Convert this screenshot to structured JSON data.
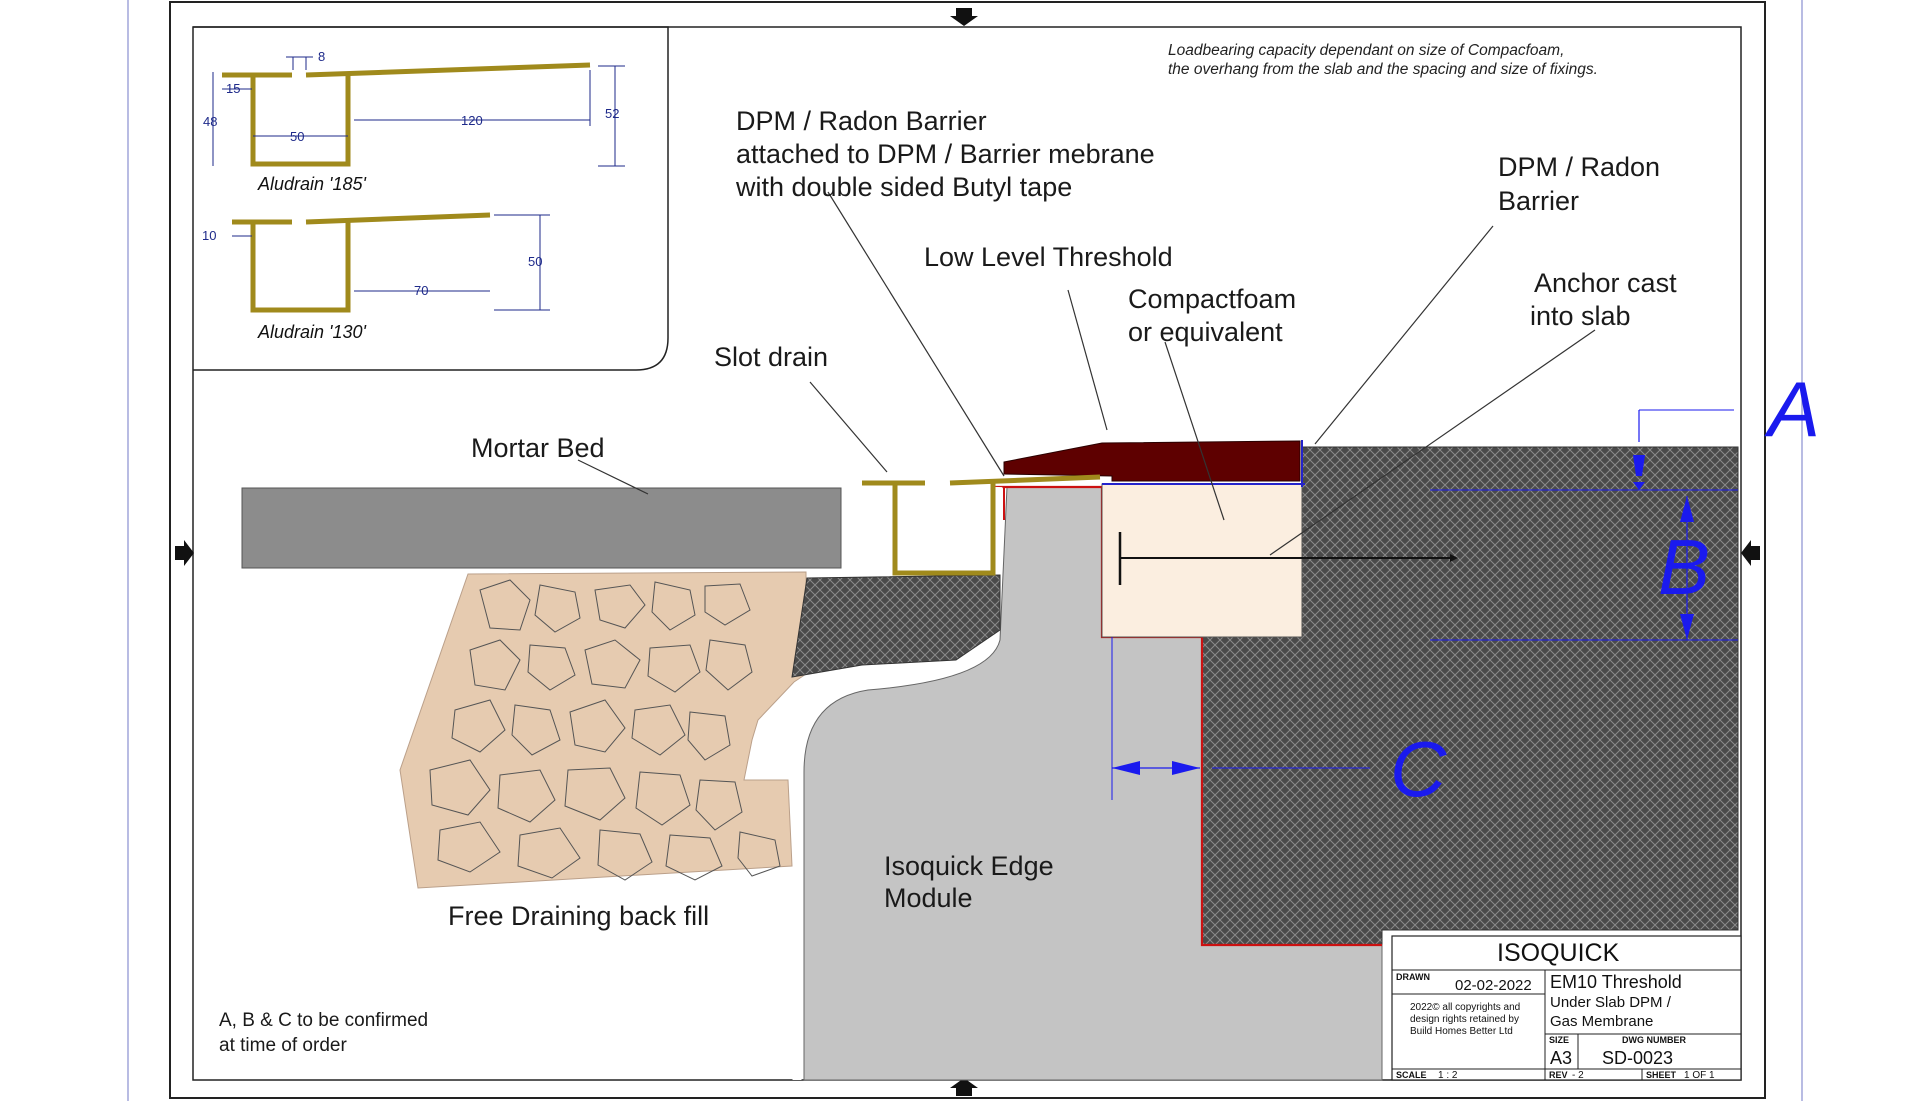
{
  "note": {
    "line1": "Loadbearing capacity dependant on size of Compacfoam,",
    "line2": "the overhang from the slab and the spacing and size of fixings."
  },
  "profiles": {
    "aludrain_185": {
      "caption": "Aludrain '185'",
      "dims": {
        "gap": "8",
        "lip": "15",
        "height": "48",
        "width": "50",
        "run": "120",
        "end_height": "52"
      }
    },
    "aludrain_130": {
      "caption": "Aludrain '130'",
      "dims": {
        "lip": "10",
        "run": "70",
        "height": "50"
      }
    }
  },
  "labels": {
    "dpm_attached": {
      "line1": "DPM / Radon Barrier",
      "line2": "attached to DPM / Barrier mebrane",
      "line3": "with double sided Butyl tape"
    },
    "dpm_radon": {
      "line1": "DPM / Radon",
      "line2": "Barrier"
    },
    "low_level_threshold": "Low Level Threshold",
    "compactfoam": {
      "line1": "Compactfoam",
      "line2": "or equivalent"
    },
    "anchor": {
      "line1": "Anchor cast",
      "line2": "into slab"
    },
    "slot_drain": "Slot drain",
    "mortar_bed": "Mortar Bed",
    "isoquick_module": {
      "line1": "Isoquick Edge",
      "line2": "Module"
    },
    "backfill": "Free Draining back fill",
    "confirm": {
      "line1": "A, B & C to be confirmed",
      "line2": "at time of order"
    }
  },
  "dimension_letters": {
    "a": "A",
    "b": "B",
    "c": "C"
  },
  "title_block": {
    "company": "ISOQUICK",
    "drawn_label": "DRAWN",
    "date": "02-02-2022",
    "copyright": {
      "line1": "2022© all copyrights and",
      "line2": "design rights retained by",
      "line3": "Build Homes Better Ltd"
    },
    "title": {
      "line1": "EM10 Threshold",
      "line2": "Under Slab DPM /",
      "line3": "Gas Membrane"
    },
    "size_label": "SIZE",
    "size": "A3",
    "dwg_label": "DWG NUMBER",
    "dwg_number": "SD-0023",
    "scale_label": "SCALE",
    "scale": "1 : 2",
    "rev_label": "REV",
    "rev": "- 2",
    "sheet_label": "SHEET",
    "sheet": "1 OF 1"
  },
  "colors": {
    "threshold": "#5e0000",
    "membrane": "#cc1111",
    "dimension": "#1a1aee",
    "aludrain": "#a08a1c",
    "mortar": "#8c8c8c",
    "module": "#c4c4c4",
    "foam": "#fbeee0",
    "backfill": "#e6cbb0",
    "slab": "#5a5a5a"
  }
}
